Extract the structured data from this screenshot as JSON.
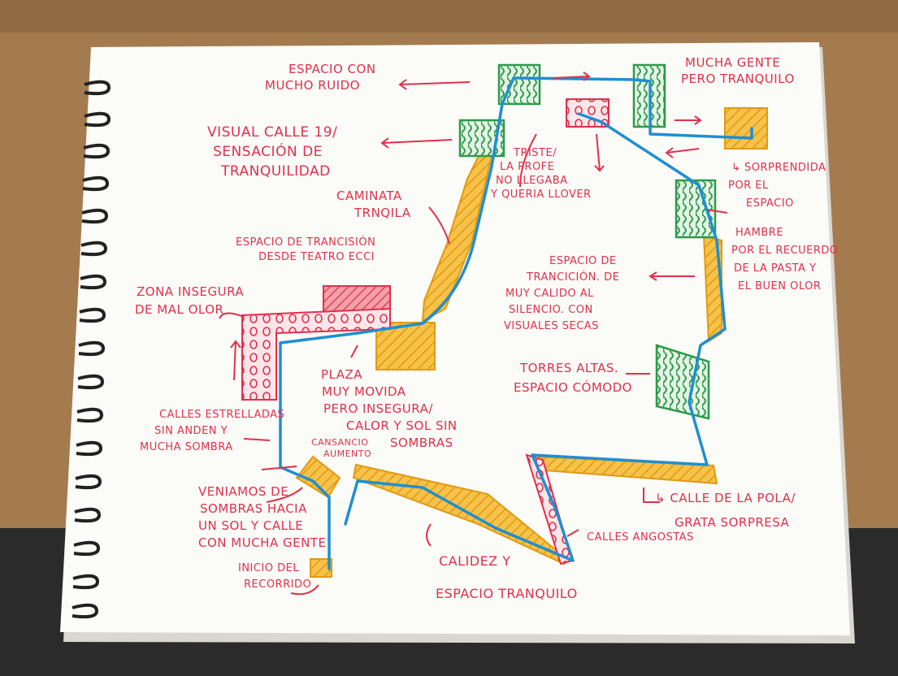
{
  "colors": {
    "path_blue": "#1f8fd0",
    "ink_red": "#e0304a",
    "yellow_block": "#f0b02a",
    "green_block": "#2e9a4a",
    "paper": "#fbfbf8",
    "desk": "#a47b4f"
  },
  "labels": {
    "espacio_ruido": [
      "ESPACIO CON",
      "MUCHO RUIDO"
    ],
    "mucha_gente": [
      "MUCHA GENTE",
      "PERO TRANQUILO"
    ],
    "visual_calle": [
      "VISUAL CALLE 19/",
      "SENSACIÓN DE",
      "TRANQUILIDAD"
    ],
    "triste": [
      "TRISTE/",
      "LA PROFE",
      "NO LLEGABA",
      "Y QUERIA LLOVER"
    ],
    "sorprendida": [
      "↳ SORPRENDIDA",
      "POR EL",
      "ESPACIO"
    ],
    "caminata": [
      "CAMINATA",
      "TRNQILA"
    ],
    "transicion_teatro": [
      "ESPACIO DE TRANCISIÓN",
      "DESDE TEATRO ECCI"
    ],
    "hambre": [
      "HAMBRE",
      "POR EL RECUERDO",
      "DE LA PASTA Y",
      "EL BUEN OLOR"
    ],
    "zona_insegura": [
      "ZONA INSEGURA",
      "DE MAL OLOR"
    ],
    "transicion_calido": [
      "ESPACIO DE",
      "TRANCICIÓN. DE",
      "MUY CALIDO AL",
      "SILENCIO. CON",
      "VISUALES SECAS"
    ],
    "plaza": [
      "PLAZA",
      "MUY MOVIDA",
      "PERO INSEGURA/",
      "CALOR Y SOL SIN",
      "SOMBRAS"
    ],
    "torres": [
      "TORRES ALTAS.",
      "ESPACIO CÓMODO"
    ],
    "calles_estrelladas": [
      "CALLES ESTRELLADAS",
      "SIN ANDEN Y",
      "MUCHA SOMBRA"
    ],
    "cansancio": [
      "CANSANCIO",
      "AUMENTO"
    ],
    "veniamos": [
      "VENIAMOS DE",
      "SOMBRAS HACIA",
      "UN SOL Y CALLE",
      "CON MUCHA GENTE"
    ],
    "calle_pola": [
      "↳ CALLE DE LA POLA/",
      "GRATA SORPRESA"
    ],
    "calles_angostas": "CALLES ANGOSTAS",
    "calidez": [
      "CALIDEZ Y",
      "ESPACIO TRANQUILO"
    ],
    "inicio": [
      "INICIO DEL",
      "RECORRIDO"
    ]
  }
}
